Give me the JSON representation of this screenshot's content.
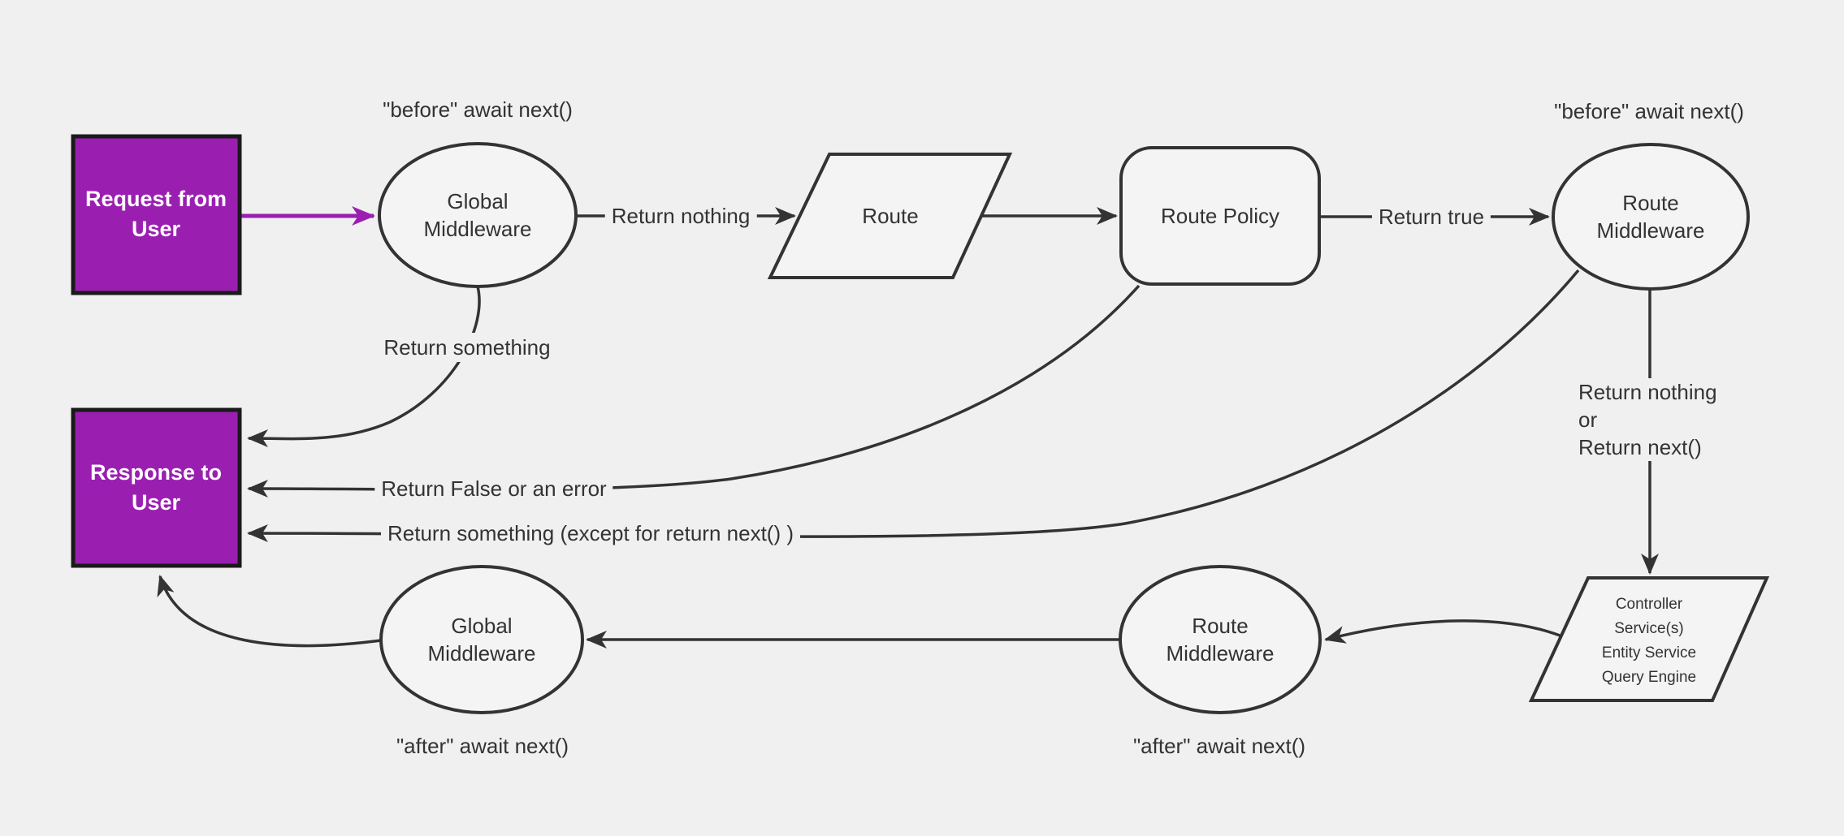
{
  "theme": {
    "bg": "#f0f0f0",
    "node-fill": "#f4f4f4",
    "stroke": "#333333",
    "text": "#333333",
    "accent": "#9a1fb1",
    "accent-border": "#1a1a1a",
    "node-text": "#333333",
    "box-text": "#ffffff"
  },
  "nodes": {
    "request": {
      "label": "Request from User"
    },
    "response": {
      "label": "Response to User"
    },
    "global_mw_top": {
      "lines": [
        "Global",
        "Middleware"
      ]
    },
    "route": {
      "label": "Route"
    },
    "route_policy": {
      "label": "Route Policy"
    },
    "route_mw_top": {
      "lines": [
        "Route",
        "Middleware"
      ]
    },
    "controller": {
      "lines": [
        "Controller",
        "Service(s)",
        "Entity Service",
        "Query Engine"
      ]
    },
    "route_mw_bottom": {
      "lines": [
        "Route",
        "Middleware"
      ]
    },
    "global_mw_bottom": {
      "lines": [
        "Global",
        "Middleware"
      ]
    }
  },
  "edge_labels": {
    "before_await_top_left": "\"before\" await next()",
    "before_await_top_right": "\"before\" await next()",
    "after_await_bottom_left": "\"after\" await next()",
    "after_await_bottom_mid": "\"after\" await next()",
    "return_nothing": "Return nothing",
    "return_true": "Return true",
    "return_something": "Return something",
    "return_false_or_error": "Return False or an error",
    "return_something_except": "Return something (except for return next() )",
    "return_nothing_or": {
      "lines": [
        "Return nothing",
        "or",
        "Return next()"
      ]
    }
  }
}
